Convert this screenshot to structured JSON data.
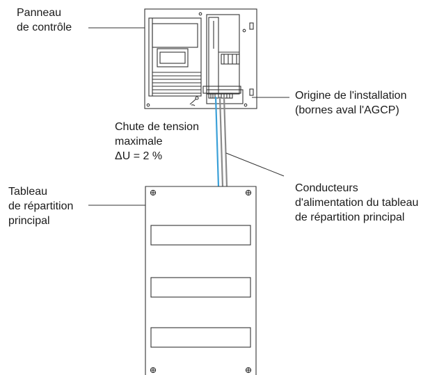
{
  "labels": {
    "panneau": {
      "line1": "Panneau",
      "line2": "de contrôle"
    },
    "origine": {
      "line1": "Origine de l'installation",
      "line2": "(bornes aval l'AGCP)"
    },
    "chute": {
      "line1": "Chute de tension",
      "line2": "maximale",
      "line3": "ΔU = 2  %"
    },
    "tableau": {
      "line1": "Tableau",
      "line2": "de répartition",
      "line3": "principal"
    },
    "conducteurs": {
      "line1": "Conducteurs",
      "line2": "d'alimentation du tableau",
      "line3": "de répartition principal"
    }
  },
  "colors": {
    "line": "#333333",
    "cable_blue": "#3aa0d8",
    "cable_gray": "#8a8a8a"
  }
}
